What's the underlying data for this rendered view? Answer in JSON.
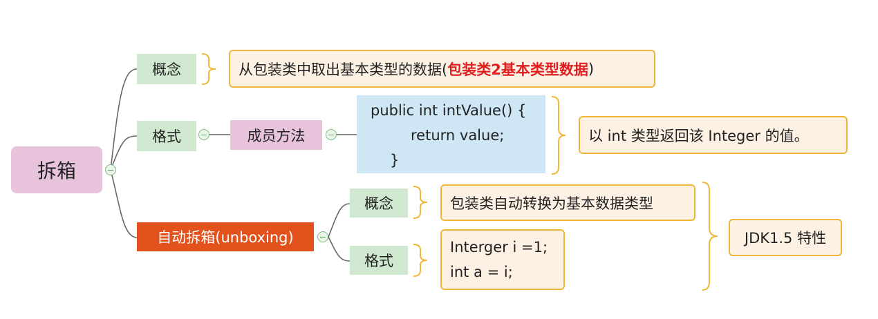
{
  "root": {
    "label": "拆箱"
  },
  "branches": {
    "concept": {
      "label": "概念",
      "note_prefix": "从包装类中取出基本类型的数据(",
      "note_highlight": "包装类2基本类型数据",
      "note_suffix": ")"
    },
    "format": {
      "label": "格式",
      "method": "成员方法",
      "code_lines": [
        "public int intValue() {",
        "return value;",
        "}"
      ],
      "note": "以 int 类型返回该 Integer 的值。"
    },
    "unboxing": {
      "label": "自动拆箱(unboxing)",
      "concept_label": "概念",
      "concept_note": "包装类自动转换为基本数据类型",
      "format_label": "格式",
      "format_code": [
        "Interger i =1;",
        "int a = i;"
      ],
      "feature_note": "JDK1.5 特性"
    }
  },
  "colors": {
    "root": "#e8c4dc",
    "topic": "#cfe8cf",
    "method": "#e8c4dc",
    "code": "#cfe6f5",
    "unboxing": "#e3521c",
    "note_border": "#f0b63c",
    "note_bg": "#fdf1e4",
    "highlight": "#e02020"
  }
}
